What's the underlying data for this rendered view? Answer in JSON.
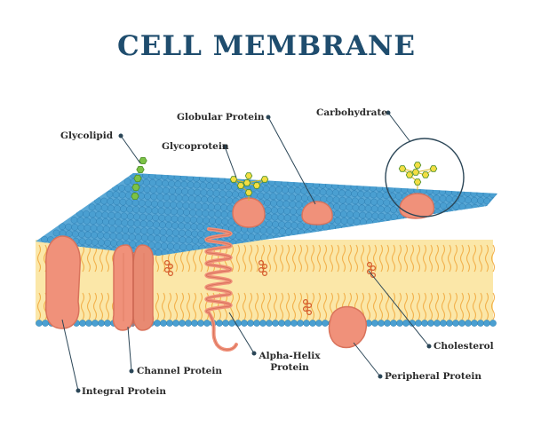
{
  "title": "CELL MEMBRANE",
  "labels": {
    "glycolipid": "Glycolipid",
    "globular_protein": "Globular Protein",
    "carbohydrate": "Carbohydrate",
    "glycoprotein": "Glycoprotein",
    "cholesterol": "Cholesterol",
    "channel_protein": "Channel Protein",
    "alpha_helix_line1": "Alpha-Helix",
    "alpha_helix_line2": "Protein",
    "peripheral_protein": "Peripheral Protein",
    "integral_protein": "Integral Protein"
  },
  "colors": {
    "title": "#1f4d6e",
    "head": "#4a9fd1",
    "head_dark": "#2f7fb3",
    "tail": "#f2b04a",
    "core": "#fbe7a8",
    "protein": "#f0917a",
    "protein_dark": "#d9735c",
    "sugar": "#f3de43",
    "glyco_green": "#7cc246",
    "cholesterol": "#d4582a",
    "leader": "#2b4657"
  }
}
